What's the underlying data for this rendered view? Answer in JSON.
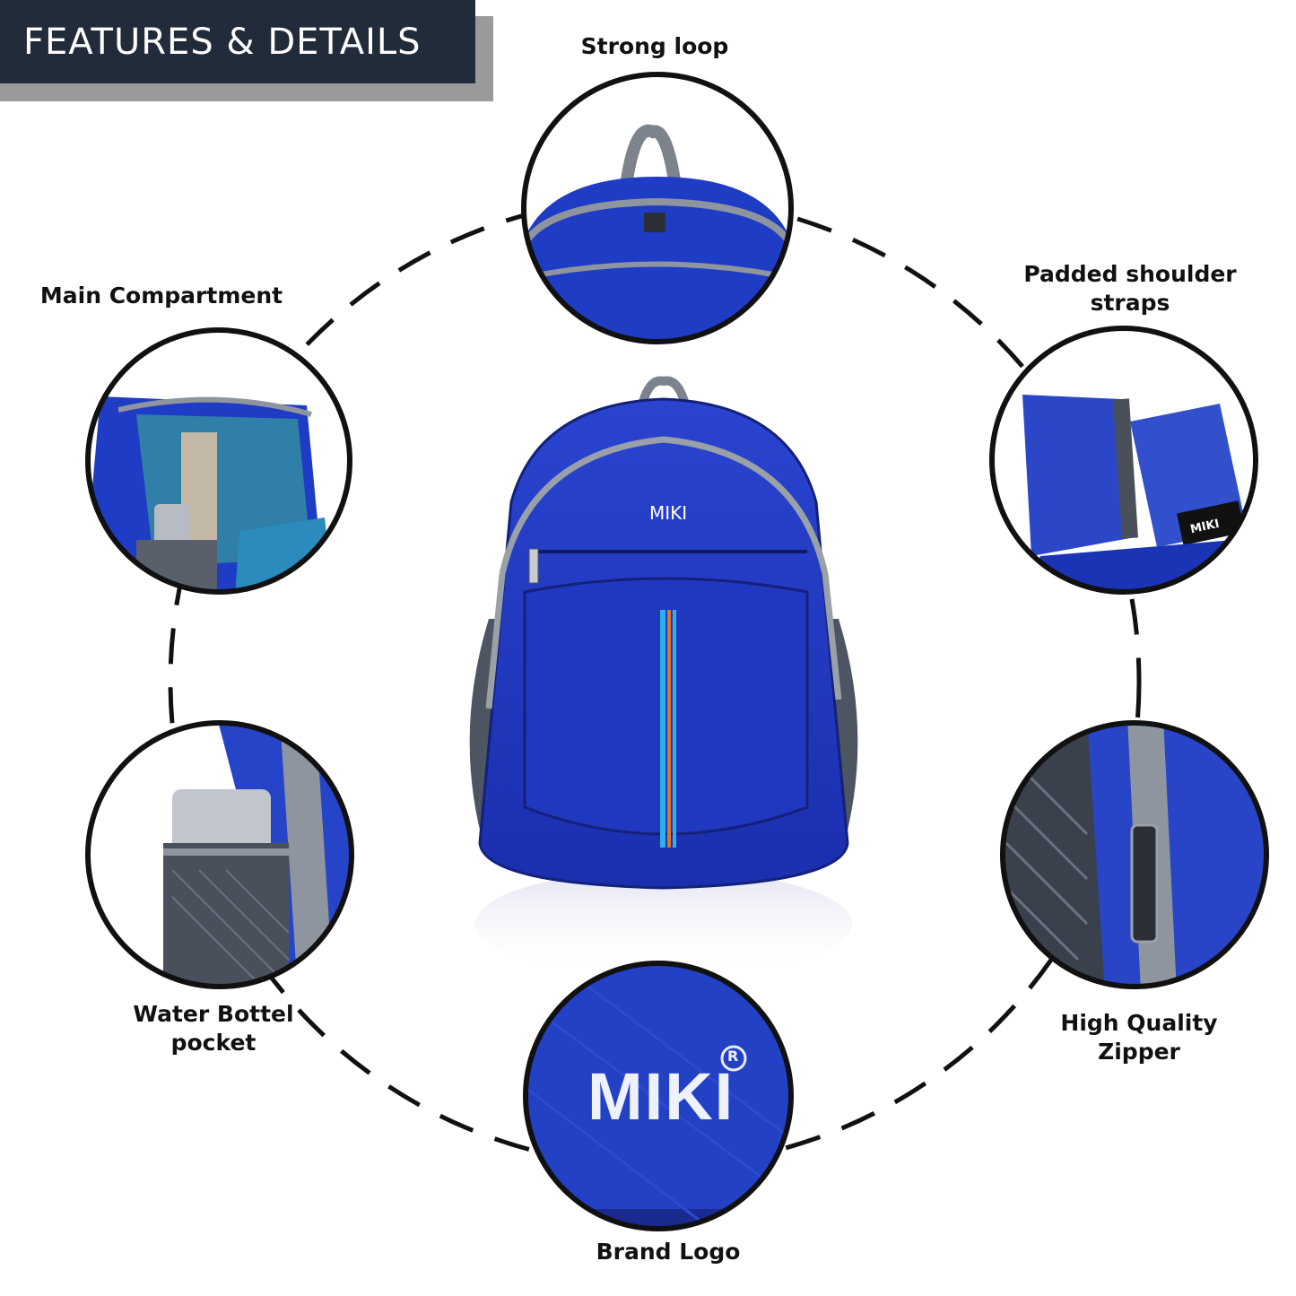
{
  "banner": {
    "title": "FEATURES & DETAILS"
  },
  "colors": {
    "banner_bg": "#212b3a",
    "banner_shadow": "#9a9a9a",
    "bag_blue": "#1c35b8",
    "bag_blue_dark": "#14248a",
    "trim_grey": "#8d939b",
    "label_text": "#111111",
    "dash": "#111111"
  },
  "brand": {
    "logo_text": "MIKI",
    "registered_mark": "R"
  },
  "features": {
    "strong_loop": {
      "lines": [
        "Strong loop"
      ]
    },
    "padded_straps": {
      "lines": [
        "Padded shoulder",
        "straps"
      ]
    },
    "main_compartment": {
      "lines": [
        "Main Compartment"
      ]
    },
    "water_bottle": {
      "lines": [
        "Water Bottel",
        "pocket"
      ]
    },
    "zipper": {
      "lines": [
        "High Quality",
        "Zipper"
      ]
    },
    "brand_logo": {
      "lines": [
        "Brand Logo"
      ]
    }
  },
  "icons": {
    "loop": "backpack-handle-icon",
    "straps": "shoulder-straps-icon",
    "compartment": "open-compartment-icon",
    "bottle": "bottle-pocket-icon",
    "zipper": "zipper-pull-icon",
    "logo": "brand-logo-icon"
  }
}
